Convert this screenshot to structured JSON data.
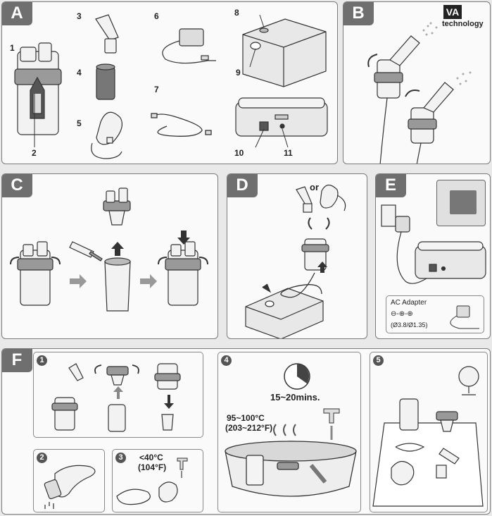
{
  "panels": {
    "a": {
      "label": "A"
    },
    "b": {
      "label": "B"
    },
    "c": {
      "label": "C"
    },
    "d": {
      "label": "D"
    },
    "e": {
      "label": "E"
    },
    "f": {
      "label": "F"
    }
  },
  "part_numbers": [
    "1",
    "2",
    "3",
    "4",
    "5",
    "6",
    "7",
    "8",
    "9",
    "10",
    "11"
  ],
  "logo": {
    "mark": "VA",
    "word": "technology"
  },
  "panel_d": {
    "or_text": "or"
  },
  "panel_e": {
    "adapter_title": "AC Adapter",
    "polarity": "⊖-⊕-⊕",
    "dims": "(Ø3.8/Ø1.35)"
  },
  "panel_f": {
    "steps": [
      "1",
      "2",
      "3",
      "4",
      "5"
    ],
    "rinse_temp_c": "<40°C",
    "rinse_temp_f": "(104°F)",
    "boil_time": "15~20mins.",
    "boil_temp_c": "95~100°C",
    "boil_temp_f": "(203~212°F)"
  }
}
